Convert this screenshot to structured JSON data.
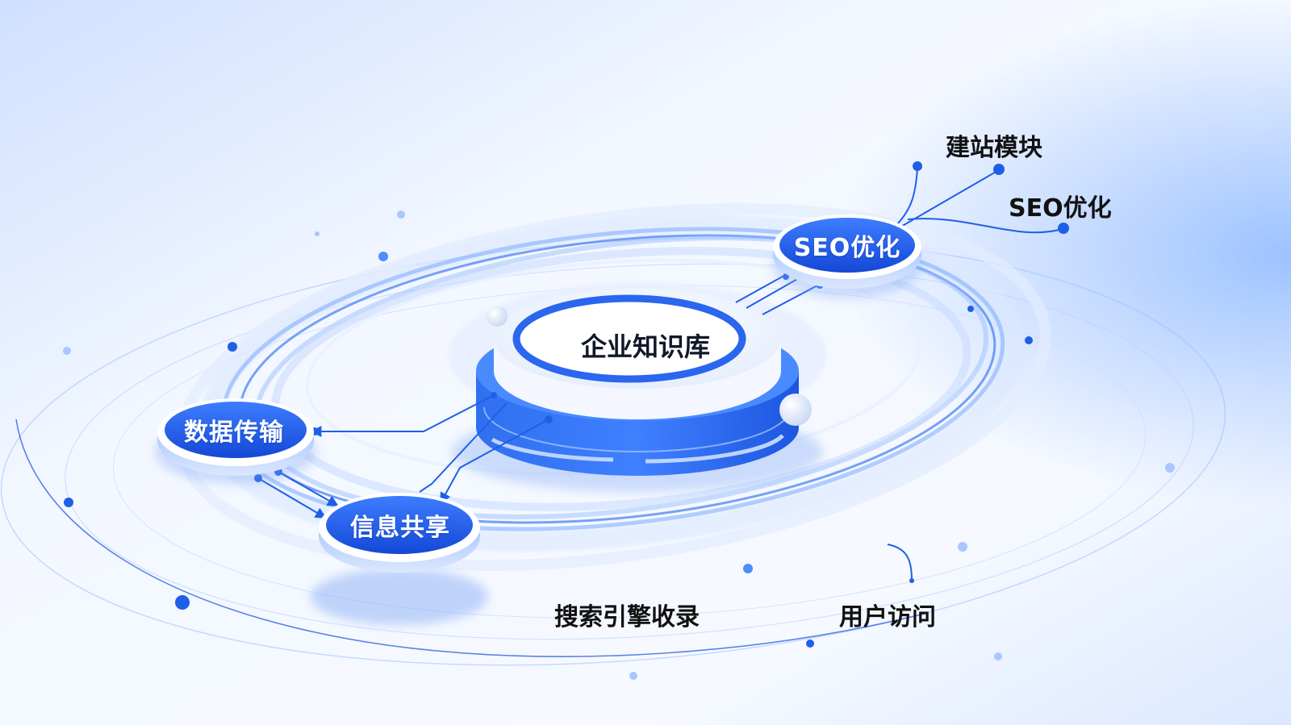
{
  "colors": {
    "accent": "#1f5fe8",
    "accent_light": "#5a93ff",
    "ring": "#3b82f6",
    "background": "#f4f8ff"
  },
  "center": {
    "label": "企业知识库"
  },
  "nodes": {
    "seo": {
      "label": "SEO优化"
    },
    "data_transfer": {
      "label": "数据传输"
    },
    "info_share": {
      "label": "信息共享"
    }
  },
  "outer_labels": {
    "site_module": "建站模块",
    "seo": "SEO优化",
    "search_index": "搜索引擎收录",
    "user_visit": "用户访问"
  }
}
